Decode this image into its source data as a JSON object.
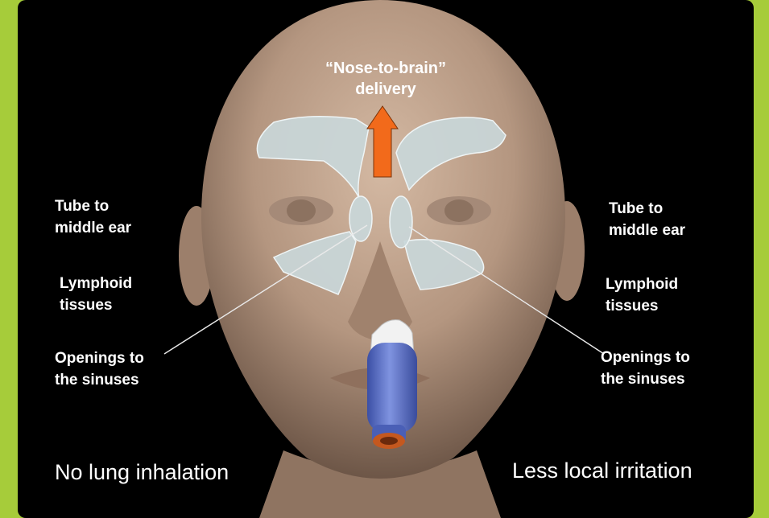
{
  "colors": {
    "background": "#a6cc3a",
    "panel": "#000000",
    "skin": "#b89c86",
    "sinus": "#c9d7d9",
    "arrow": "#f26a1b",
    "device": "#4f6ac4"
  },
  "top_label": {
    "line1": "“Nose-to-brain”",
    "line2": "delivery"
  },
  "left_labels": {
    "tube": "Tube to\nmiddle ear",
    "lymphoid": "Lymphoid\ntissues",
    "openings": "Openings to\nthe sinuses"
  },
  "right_labels": {
    "tube": "Tube to\nmiddle ear",
    "lymphoid": "Lymphoid\ntissues",
    "openings": "Openings to\nthe sinuses"
  },
  "captions": {
    "left": "No lung inhalation",
    "right": "Less local irritation"
  },
  "icons": {
    "arrow": "up-arrow-icon",
    "device": "nasal-spray-device-icon"
  }
}
